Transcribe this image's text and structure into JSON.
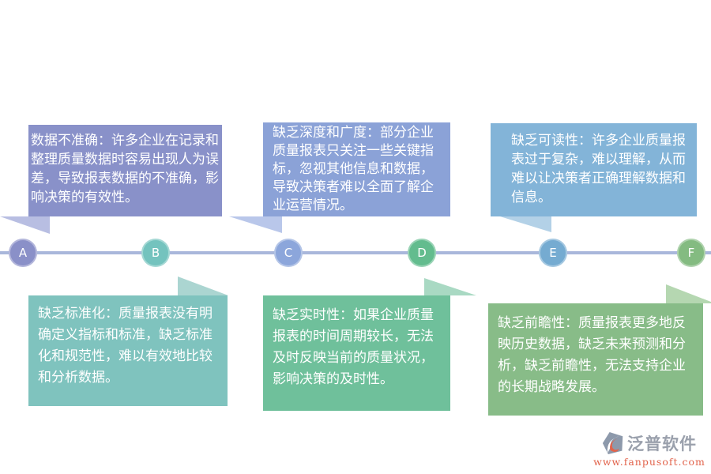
{
  "timeline": {
    "line_color": "#A9B7DB",
    "nodes": [
      {
        "label": "A",
        "color": "#8A90C8"
      },
      {
        "label": "B",
        "color": "#74C3BE"
      },
      {
        "label": "C",
        "color": "#8CA6DB"
      },
      {
        "label": "D",
        "color": "#63BC8E"
      },
      {
        "label": "E",
        "color": "#75ABD1"
      },
      {
        "label": "F",
        "color": "#84BB81"
      }
    ]
  },
  "boxes": [
    {
      "node": "A",
      "position": "top-left",
      "color": "#8991C9",
      "fold_color": "#B8BEE2",
      "text": "数据不准确：许多企业在记录和整理质量数据时容易出现人为误差，导致报表数据的不准确，影响决策的有效性。"
    },
    {
      "node": "C",
      "position": "top-middle",
      "color": "#8BA2D7",
      "fold_color": "#B9C7EA",
      "text": "缺乏深度和广度：部分企业质量报表只关注一些关键指标，忽视其他信息和数据，导致决策者难以全面了解企业运营情况。"
    },
    {
      "node": "E",
      "position": "top-right",
      "color": "#83B4D8",
      "fold_color": "#B3D1E7",
      "text": "缺乏可读性：许多企业质量报表过于复杂，难以理解，从而难以让决策者正确理解数据和信息。"
    },
    {
      "node": "B",
      "position": "bottom-left",
      "color": "#7FC3BE",
      "fold_color": "#ABD5D1",
      "text": "缺乏标准化：质量报表没有明确定义指标和标准，缺乏标准化和规范性，难以有效地比较和分析数据。"
    },
    {
      "node": "D",
      "position": "bottom-middle",
      "color": "#6FC09B",
      "fold_color": "#A9D9C3",
      "text": "缺乏实时性：如果企业质量报表的时间周期较长，无法及时反映当前的质量状况，影响决策的及时性。"
    },
    {
      "node": "F",
      "position": "bottom-right",
      "color": "#88BC88",
      "fold_color": "#B5D7B1",
      "text": "缺乏前瞻性：质量报表更多地反映历史数据，缺乏未来预测和分析，缺乏前瞻性，无法支持企业的长期战略发展。"
    }
  ],
  "logo": {
    "name": "泛普软件",
    "url": "www.fanpusoft.com",
    "name_color": "#9AA0AC",
    "url_color": "#E2634B",
    "icon_gray": "#8D99AB",
    "icon_orange": "#E2634B"
  }
}
